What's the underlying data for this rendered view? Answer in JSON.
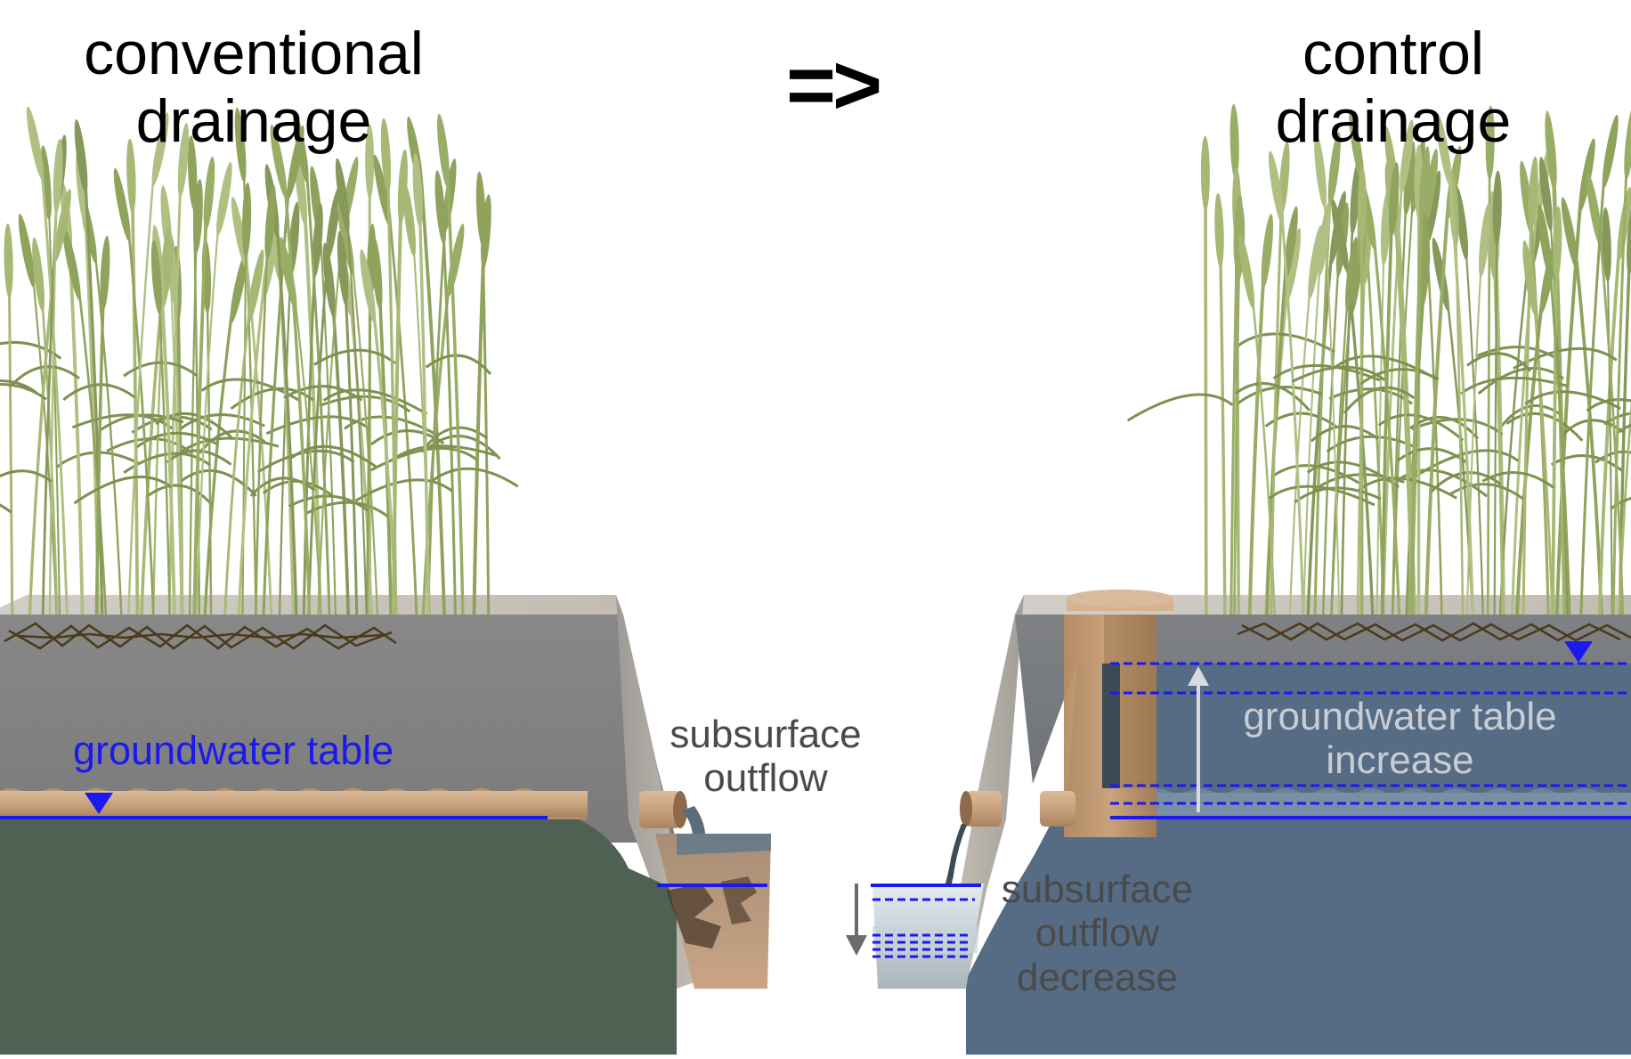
{
  "left": {
    "title_line1": "conventional",
    "title_line2": "drainage",
    "groundwater_label": "groundwater table",
    "outflow_line1": "subsurface",
    "outflow_line2": "outflow"
  },
  "transition": "=>",
  "right": {
    "title_line1": "control",
    "title_line2": "drainage",
    "increase_line1": "groundwater table",
    "increase_line2": "increase",
    "decrease_line1": "subsurface",
    "decrease_line2": "outflow",
    "decrease_line3": "decrease"
  },
  "colors": {
    "water_level_line": "#1a1af0",
    "left_aquifer": "#4e6152",
    "right_aquifer": "#566c85",
    "soil_block": "#8c8c8c",
    "pipe": "#c9a27e",
    "crop_stalk": "#9aad67"
  }
}
